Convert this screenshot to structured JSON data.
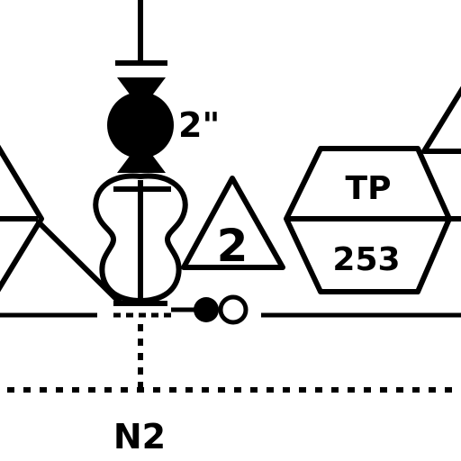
{
  "colors": {
    "stroke": "#000000",
    "background": "#ffffff"
  },
  "labels": {
    "valve_size": "2\"",
    "line_size": "2",
    "tp_top": "TP",
    "tp_bottom": "253",
    "line_name": "N2"
  }
}
